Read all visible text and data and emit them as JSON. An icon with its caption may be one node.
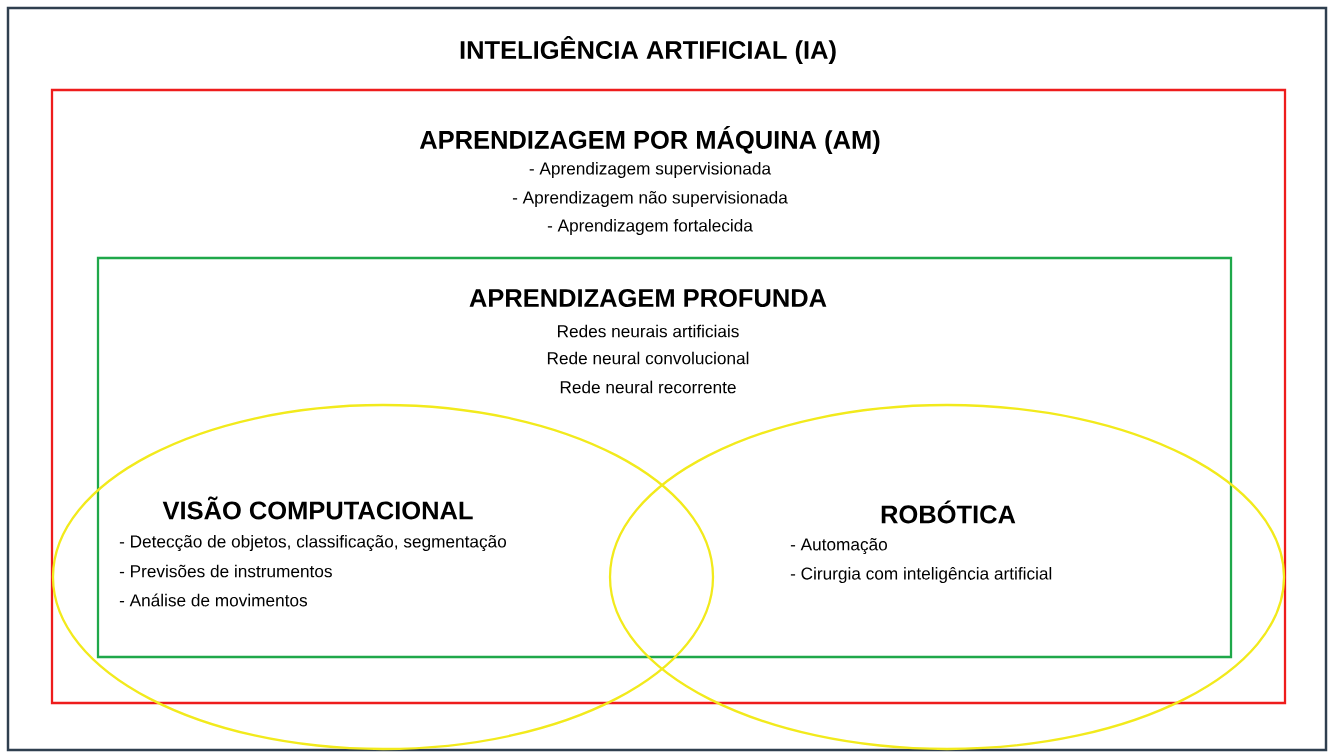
{
  "diagram": {
    "nodes": [
      {
        "text": [
          "INTELIGÊNCIA ARTIFICIAL (IA)"
        ]
      },
      {
        "text": [
          "APRENDIZAGEM POR MÁQUINA (AM)",
          "- Aprendizagem supervisionada",
          "- Aprendizagem não supervisionada",
          "- Aprendizagem fortalecida"
        ],
        "in": 0
      },
      {
        "text": [
          "APRENDIZAGEM PROFUNDA",
          "Redes neurais artificiais",
          "Rede neural convolucional",
          "Rede neural recorrente"
        ],
        "in": 1
      },
      {
        "text": [
          "VISÃO COMPUTACIONAL",
          "- Detecção de objetos, classificação, segmentação",
          "- Previsões de instrumentos",
          "- Análise de movimentos"
        ],
        "in": 0
      },
      {
        "text": [
          "ROBÓTICA",
          "- Automação",
          "- Cirurgia com inteligência artificial"
        ],
        "in": 0
      }
    ]
  }
}
